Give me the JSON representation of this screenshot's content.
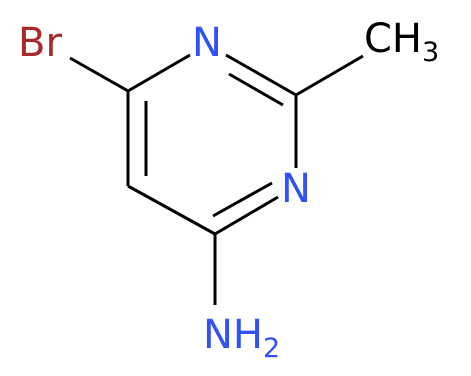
{
  "molecule": {
    "atoms": {
      "br": {
        "symbol": "Br",
        "color": "#a52a2a"
      },
      "n_top": {
        "symbol": "N",
        "color": "#3050f8"
      },
      "n_right": {
        "symbol": "N",
        "color": "#3050f8"
      },
      "ch3": {
        "symbol": "CH",
        "subscript": "3",
        "color": "#000000"
      },
      "nh2": {
        "symbol": "NH",
        "subscript": "2",
        "color": "#3050f8"
      }
    },
    "bond_color": "#000000"
  }
}
